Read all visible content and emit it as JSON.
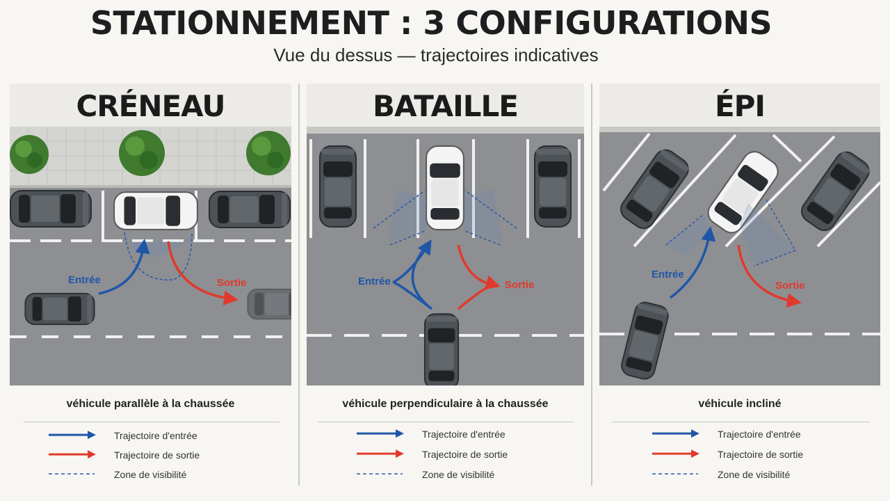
{
  "title": "STATIONNEMENT : 3 CONFIGURATIONS",
  "subtitle": "Vue du dessus — trajectoires indicatives",
  "colors": {
    "entry": "#1f56a8",
    "exit": "#e03a2c",
    "visibility": "#2a5aa8"
  },
  "panels": [
    {
      "name": "CRÉNEAU",
      "caption": "véhicule parallèle à la chaussée",
      "entry_label": "Entrée",
      "exit_label": "Sortie"
    },
    {
      "name": "BATAILLE",
      "caption": "véhicule perpendiculaire à la chaussée",
      "entry_label": "Entrée",
      "exit_label": "Sortie"
    },
    {
      "name": "ÉPI",
      "caption": "véhicule incliné",
      "entry_label": "Entrée",
      "exit_label": "Sortie"
    }
  ],
  "legend": {
    "entry": "Trajectoire d'entrée",
    "exit": "Trajectoire de sortie",
    "visibility": "Zone de visibilité"
  }
}
